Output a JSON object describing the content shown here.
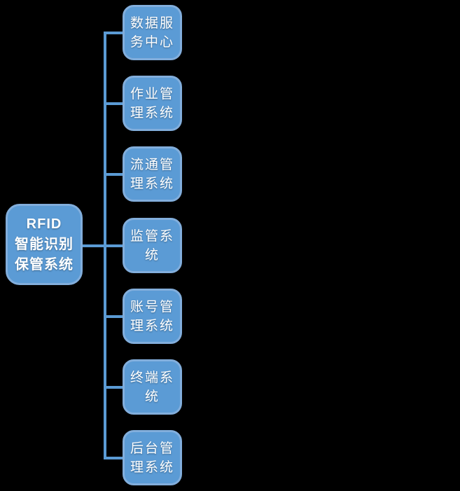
{
  "diagram": {
    "title": "RFID smart identification custody system architecture",
    "colors": {
      "background": "#000000",
      "node_fill": "#5B9BD5",
      "node_border": "#82AEDC",
      "connector": "#5B9BD5",
      "text": "#FFFFFF"
    },
    "root": {
      "id": "rfid-smart-identification-custody-system",
      "label": "RFID\n智能识别\n保管系统"
    },
    "children": [
      {
        "id": "data-service-center",
        "label": "数据服\n务中心"
      },
      {
        "id": "operation-management",
        "label": "作业管\n理系统"
      },
      {
        "id": "circulation-management",
        "label": "流通管\n理系统"
      },
      {
        "id": "supervision-system",
        "label": "监管系\n统"
      },
      {
        "id": "account-management",
        "label": "账号管\n理系统"
      },
      {
        "id": "terminal-system",
        "label": "终端系\n统"
      },
      {
        "id": "backend-management",
        "label": "后台管\n理系统"
      }
    ]
  }
}
